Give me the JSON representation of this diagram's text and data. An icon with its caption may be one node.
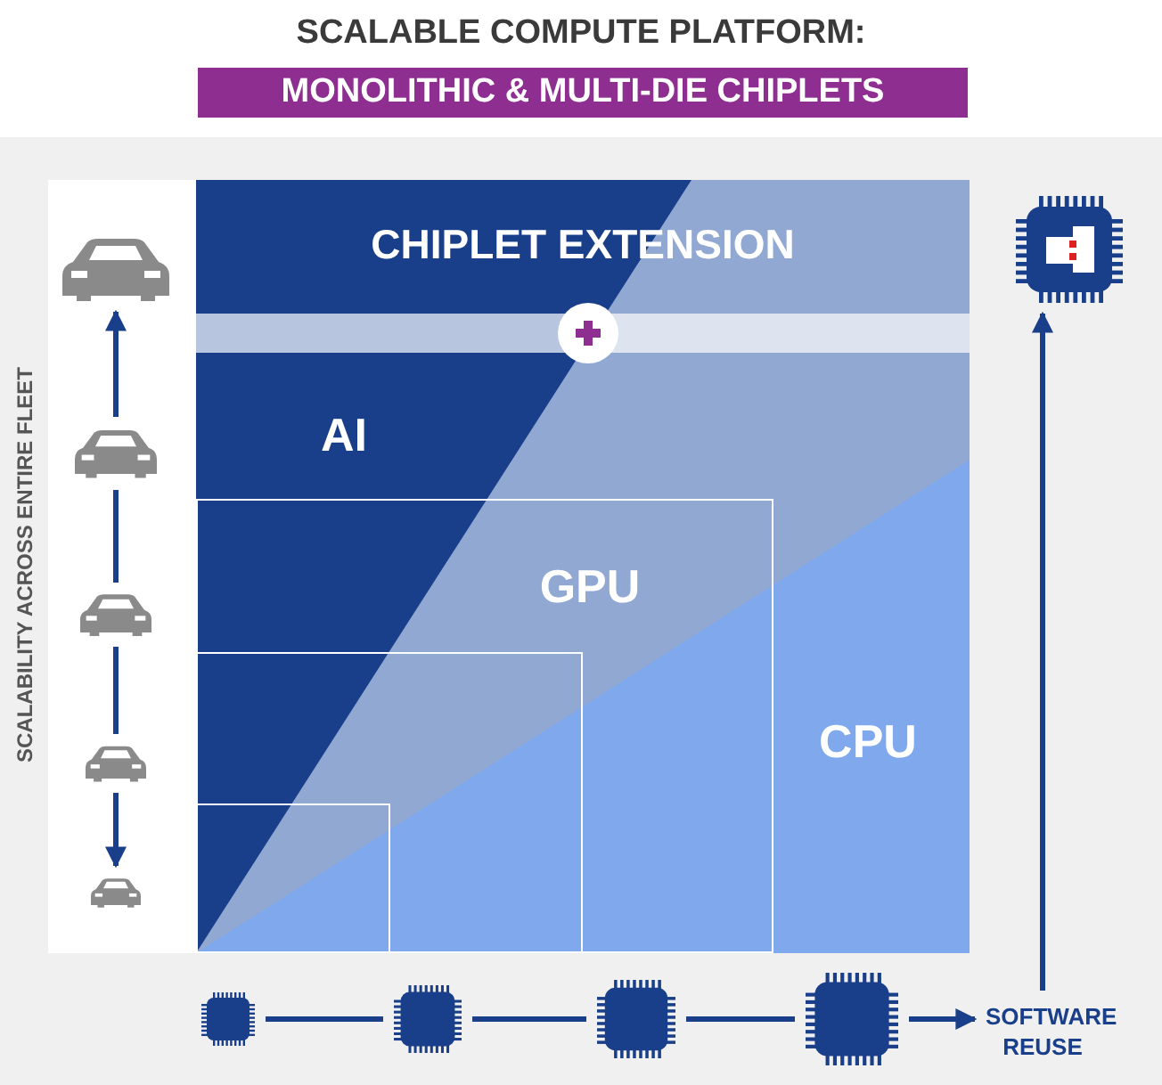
{
  "diagram": {
    "title": "SCALABLE COMPUTE PLATFORM:",
    "nodes": [
      {
        "text": [],
        "shape": "car"
      },
      {
        "text": [],
        "shape": "chip"
      },
      {
        "text": [],
        "shape": "car"
      },
      {
        "text": [],
        "shape": "car"
      },
      {
        "text": [],
        "shape": "car"
      },
      {
        "text": [],
        "shape": "car"
      },
      {
        "text": [],
        "shape": "chip"
      },
      {
        "text": [],
        "shape": "chip"
      },
      {
        "text": [],
        "shape": "chip"
      },
      {
        "text": [],
        "shape": "chip"
      },
      {
        "text": [
          "SOFTWARE REUSE"
        ]
      }
    ],
    "edges": [
      {
        "from": 2,
        "to": 0,
        "arrow": "to"
      },
      {
        "from": 2,
        "to": 3,
        "arrow": "none"
      },
      {
        "from": 3,
        "to": 4,
        "arrow": "none"
      },
      {
        "from": 4,
        "to": 5,
        "arrow": "to"
      },
      {
        "from": 6,
        "to": 7,
        "arrow": "none"
      },
      {
        "from": 7,
        "to": 8,
        "arrow": "none"
      },
      {
        "from": 8,
        "to": 9,
        "arrow": "none"
      },
      {
        "from": 9,
        "to": 10,
        "arrow": "to"
      },
      {
        "from": 10,
        "to": 1,
        "arrow": "to"
      }
    ],
    "labels": [
      "MONOLITHIC & MULTI-DIE CHIPLETS",
      "CHIPLET EXTENSION",
      "AI",
      "GPU",
      "CPU",
      "SCALABILITY ACROSS ENTIRE FLEET"
    ]
  }
}
